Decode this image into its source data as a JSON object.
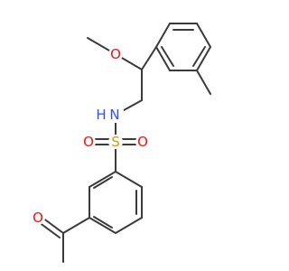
{
  "molecule": {
    "atoms": {
      "methoxy_oxygen": "O",
      "amine_nitrogen": "N",
      "amine_hydrogen": "H",
      "sulfur": "S",
      "sulfonyl_oxygen_left": "O",
      "sulfonyl_oxygen_right": "O",
      "carbonyl_oxygen": "O"
    },
    "colors": {
      "bond": "#3a3a3a",
      "oxygen": "#ff0d0d",
      "nitrogen": "#3050f8",
      "sulfur": "#c8a000"
    }
  }
}
